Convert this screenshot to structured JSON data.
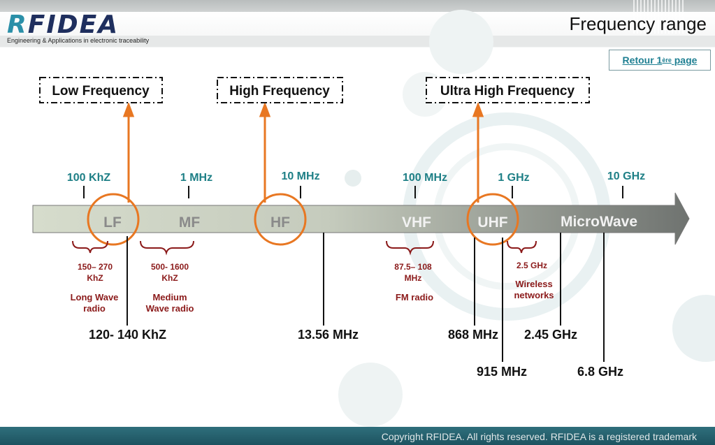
{
  "header": {
    "logo_r": "R",
    "logo_rest": "FIDEA",
    "tagline": "Engineering & Applications in electronic traceability",
    "title": "Frequency range"
  },
  "nav": {
    "back_main": "Retour 1",
    "back_sup": "ère",
    "back_tail": " page"
  },
  "bands": {
    "lf": "Low Frequency",
    "hf": "High Frequency",
    "uhf": "Ultra High Frequency"
  },
  "scale": {
    "khz100": "100 KhZ",
    "mhz1": "1 MHz",
    "mhz10": "10 MHz",
    "mhz100": "100 MHz",
    "ghz1": "1 GHz",
    "ghz10": "10 GHz"
  },
  "spectrum": {
    "lf": "LF",
    "mf": "MF",
    "hf": "HF",
    "vhf": "VHF",
    "uhf": "UHF",
    "mw": "MicroWave"
  },
  "apps": {
    "lw_range1": "150– 270",
    "lw_range2": "KhZ",
    "lw_name1": "Long Wave",
    "lw_name2": "radio",
    "mw_range1": "500- 1600",
    "mw_range2": "KhZ",
    "mw_name1": "Medium",
    "mw_name2": "Wave radio",
    "fm_range1": "87.5– 108",
    "fm_range2": "MHz",
    "fm_name": "FM radio",
    "wl_range": "2.5 GHz",
    "wl_name1": "Wireless",
    "wl_name2": "networks"
  },
  "rfid": {
    "lf": "120- 140 KhZ",
    "hf": "13.56 MHz",
    "uhf1": "868 MHz",
    "uhf2": "915 MHz",
    "mw1": "2.45 GHz",
    "mw2": "6.8 GHz"
  },
  "footer": {
    "copyright": "Copyright RFIDEA. All rights reserved. RFIDEA is a registered trademark"
  },
  "colors": {
    "teal": "#1e7f86",
    "orange": "#e87722",
    "darkred": "#8b1a1a"
  }
}
